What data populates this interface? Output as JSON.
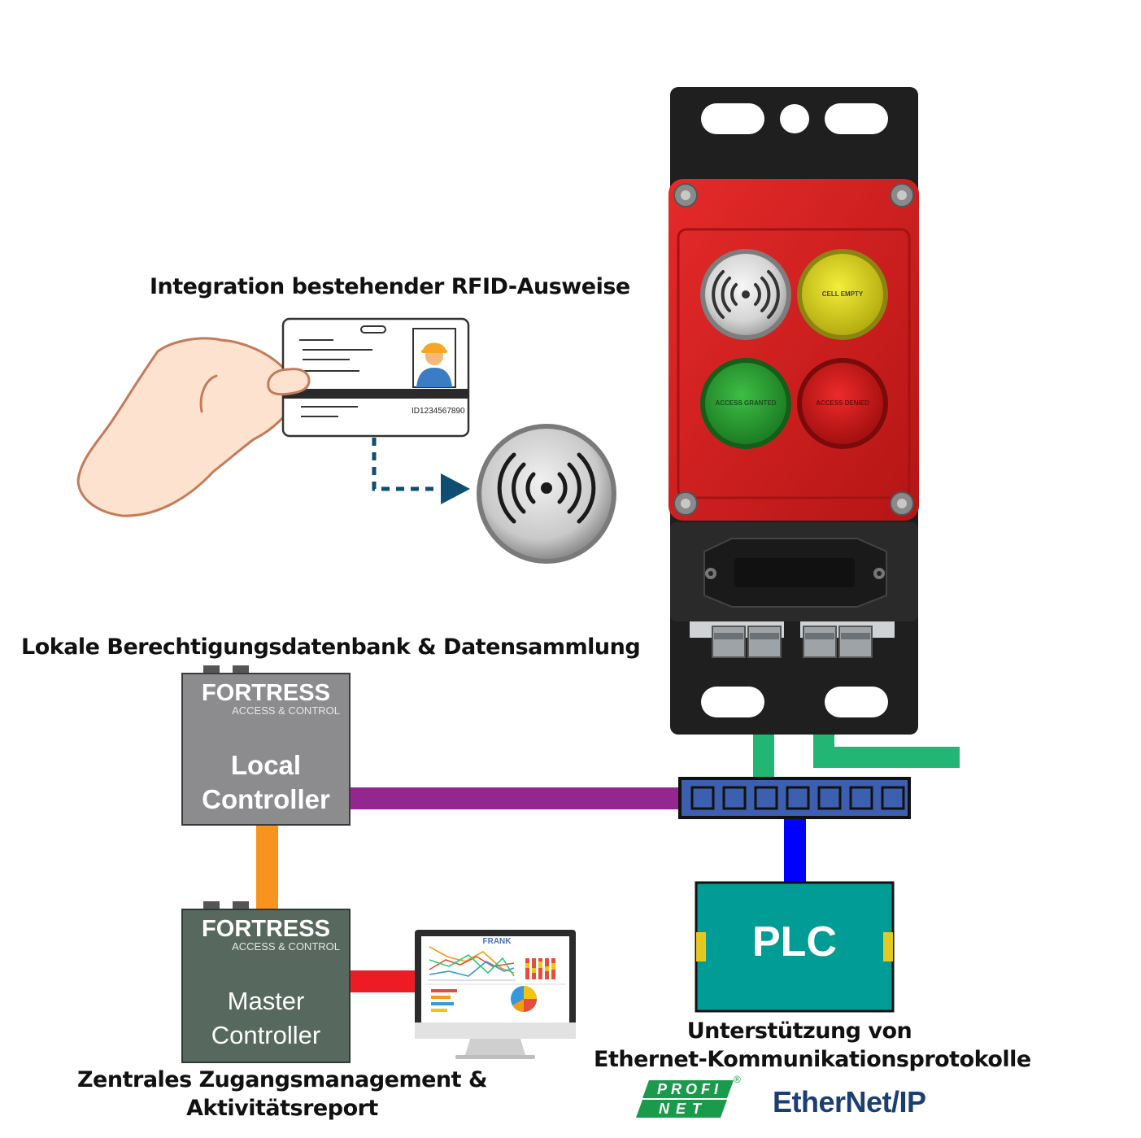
{
  "captions": {
    "rfid": "Integration bestehender RFID-Ausweise",
    "local_db": "Lokale Berechtigungsdatenbank & Datensammlung",
    "central": [
      "Zentrales Zugangsmanagement &",
      "Aktivitätsreport"
    ],
    "ethernet": [
      "Unterstützung von",
      "Ethernet-Kommunikationsprotokolle"
    ]
  },
  "id_card": {
    "number": "ID1234567890"
  },
  "lock_buttons": {
    "yellow": "CELL EMPTY",
    "green": "ACCESS GRANTED",
    "red": "ACCESS DENIED"
  },
  "local_controller": {
    "brand": "FORTRESS",
    "tagline": "ACCESS & CONTROL",
    "label": [
      "Local",
      "Controller"
    ]
  },
  "master_controller": {
    "brand": "FORTRESS",
    "tagline": "ACCESS & CONTROL",
    "label": [
      "Master",
      "Controller"
    ]
  },
  "plc": {
    "label": "PLC"
  },
  "monitor": {
    "logo": "FRANK"
  },
  "logos": {
    "profinet": [
      "PROFI",
      "NET"
    ],
    "ethernetip": "EtherNet/IP"
  },
  "colors": {
    "cable_green": "#22b573",
    "cable_purple": "#93278f",
    "cable_orange": "#f7931e",
    "cable_red": "#ed1c24",
    "cable_blue": "#0000ff",
    "plc_teal": "#009c95",
    "switch_blue": "#3d5fb0",
    "lock_red": "#d42020"
  }
}
